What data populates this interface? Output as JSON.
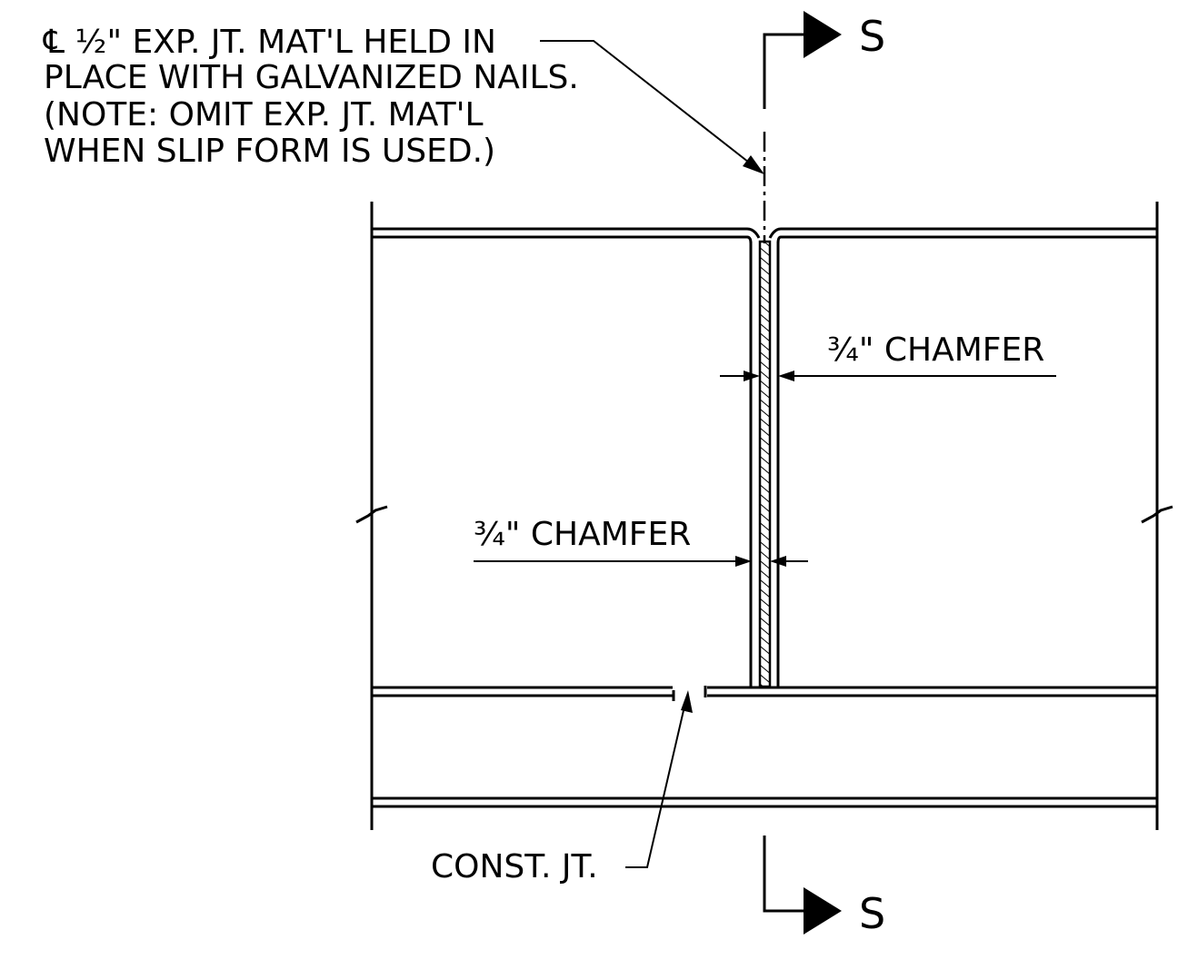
{
  "callouts": {
    "expansion_joint": {
      "line1": "℄ ½\" EXP. JT. MAT'L HELD IN",
      "line2": "PLACE WITH GALVANIZED NAILS.",
      "line3": "(NOTE: OMIT EXP. JT. MAT'L",
      "line4": "WHEN SLIP FORM IS USED.)"
    },
    "chamfer_right": "¾\" CHAMFER",
    "chamfer_left": "¾\" CHAMFER",
    "construction_joint": "CONST. JT."
  },
  "section_markers": {
    "top": "S",
    "bottom": "S"
  }
}
